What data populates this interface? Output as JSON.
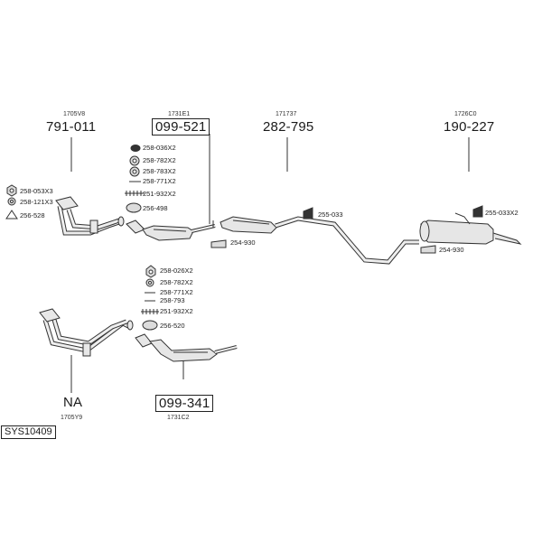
{
  "sections": {
    "s1": {
      "ref": "1705V8",
      "code": "791-011"
    },
    "s2": {
      "ref": "1731E1",
      "code": "099-521"
    },
    "s3": {
      "ref": "171737",
      "code": "282-795"
    },
    "s4": {
      "ref": "1726C0",
      "code": "190-227"
    },
    "s5": {
      "ref": "1705Y9",
      "code": "NA"
    },
    "s6": {
      "ref": "1731C2",
      "code": "099-341"
    }
  },
  "parts": {
    "p_258_036": "258-036X2",
    "p_258_782a": "258-782X2",
    "p_258_783": "258-783X2",
    "p_258_771a": "258-771X2",
    "p_251_932a": "251-932X2",
    "p_256_498": "256-498",
    "p_258_053": "258-053X3",
    "p_258_121": "258-121X3",
    "p_256_528": "256-528",
    "p_255_033": "255-033",
    "p_254_930a": "254-930",
    "p_255_033x2": "255-033X2",
    "p_254_930b": "254-930",
    "p_258_026": "258-026X2",
    "p_258_782b": "258-782X2",
    "p_258_771b": "258-771X2",
    "p_258_793": "258-793",
    "p_251_932b": "251-932X2",
    "p_256_520": "256-520"
  },
  "system_id": "SYS10409"
}
